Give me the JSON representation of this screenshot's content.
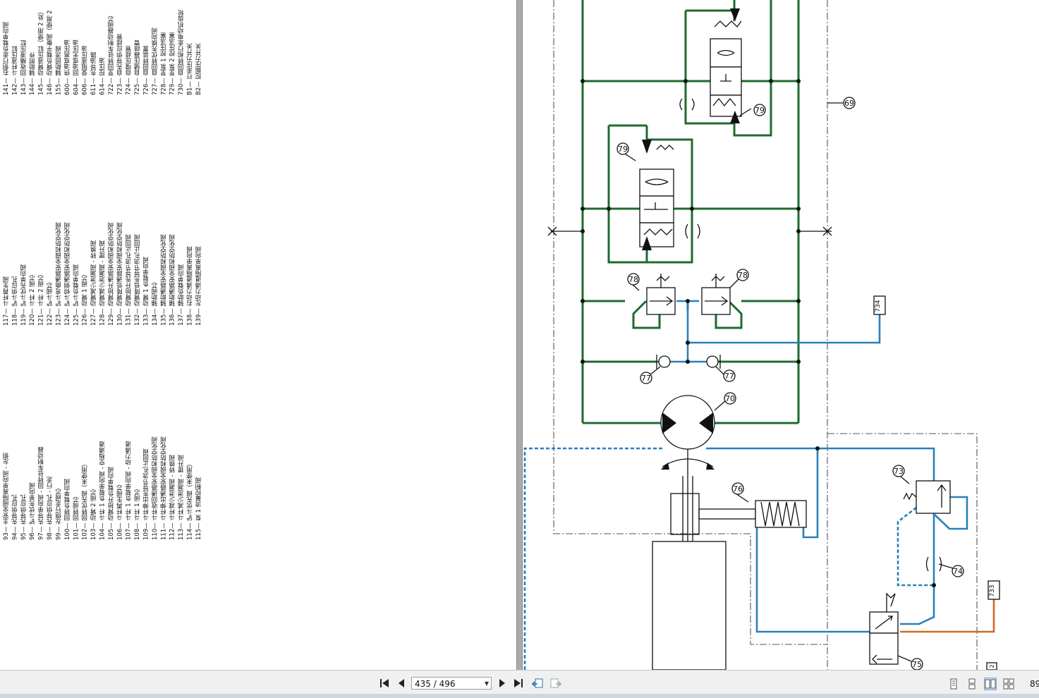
{
  "legend": {
    "col1": [
      "141— 右侧行走负载单向阀",
      "142— 斗杆液压缸",
      "143— 回收桶液压缸",
      "144— 辅助附件",
      "145— 动臂液压缸（使用 2 处）",
      "146— 动臂负载平衡阀（使用 2",
      "155— 辅助回流阀",
      "600— 供油或高压油",
      "604— 回油或无压油",
      "606— 受阻液压油",
      "611— 先导油路",
      "614— 控压油",
      "722— 至回转驻车制动器阀芯",
      "723— 自先导供应歧管",
      "724— 自增压歧管",
      "725— 自储压器歧管",
      "726— 自回转装置",
      "727— 自回转优先换向阀",
      "728— 至泵 1 控压活塞",
      "729— 至泵 2 控压活塞",
      "730— 自回转和行走电动机齿轮",
      "B1— 行走压力开关",
      "B2— 挖掘压力开关"
    ],
    "col2": [
      "117— 斗杆再生阀",
      "118— 铲斗供应孔",
      "119— 铲斗优先单向阀",
      "120— 斗杆 2 阀芯",
      "121— 斗杆 2 阀芯",
      "122— 铲斗阀芯",
      "123— 铲斗弯曲通路安全阀和防空化阀",
      "124— 铲斗倾倒通路安全阀和防空化阀",
      "125— 铲斗负载单向阀",
      "126— 动臂 1 阀芯",
      "127— 动臂减少泄漏阀 - 转换阀",
      "128— 动臂减少泄漏阀 - 提升阀",
      "129— 动臂抬升通路安全阀和防空化阀",
      "130— 动臂降低通路安全阀和防空化阀",
      "131— 动臂抬升先导节流孔止回阀",
      "132— 动臂降低先导节流孔止回阀",
      "133— 动臂 1 负载单向阀",
      "134— 辅助阀芯",
      "135— 辅助通路安全阀和防空化阀",
      "136— 辅助通路安全阀和防空化阀",
      "137— 辅助负载单向阀",
      "138— 右动力通道隔离单向阀",
      "139— 左动力通道隔离单向阀"
    ],
    "col3": [
      "93— 主安全阀隔离单向阀 - 左侧",
      "94— 先导供应孔",
      "95— 先导供应孔",
      "96— 铲斗优先单向阀",
      "97— 先导单向阀 - 回转驻车制动器",
      "98— 先导供应孔 - 行走",
      "99— 左侧行走阀芯",
      "100— 回转负载单向阀",
      "101— 回转阀芯",
      "102— 回转优先阀（未使用）",
      "103— 动臂 2 阀芯",
      "104— 斗杆 1 负载单向阀 - 空档通道",
      "105— 动臂抬升负载单向阀",
      "106— 斗杆再生阀芯",
      "107— 斗杆 1 负载单向阀 - 动力通道",
      "108— 斗杆 1 阀芯",
      "109— 斗杆伸出先导节流孔止回阀",
      "110— 斗杆收回通路安全阀和防空化阀",
      "111— 斗杆伸出通路安全阀和防空化阀",
      "112— 斗杆减少泄漏阀 - 转换阀",
      "113— 斗杆减少泄漏阀 - 提升阀",
      "114— 铲斗优先阀（未使用）",
      "115— 泵 1 流量控制阀"
    ]
  },
  "diagram": {
    "labels": {
      "l69": "69",
      "l79a": "79",
      "l79b": "79",
      "l78a": "78",
      "l78b": "78",
      "l77a": "77",
      "l77b": "77",
      "l70": "70",
      "l76": "76",
      "l73": "73",
      "l74": "74",
      "l75": "75",
      "l734": "734",
      "l733": "733",
      "l2": "2"
    },
    "colors": {
      "green": "#1e6b2e",
      "blue": "#2a80b9",
      "orange": "#d2691e",
      "black": "#111111"
    }
  },
  "toolbar": {
    "page_indicator": "435 / 496",
    "zoom": "89"
  }
}
